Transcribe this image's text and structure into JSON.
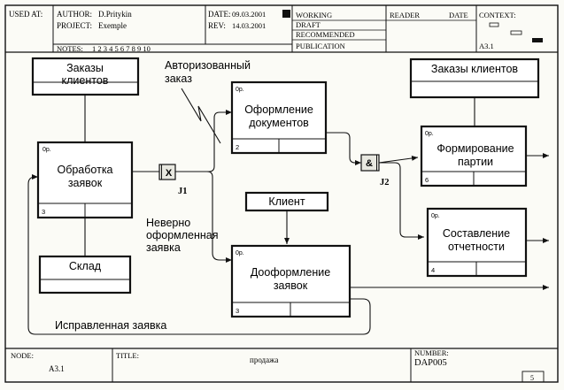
{
  "header": {
    "used_at": "USED AT:",
    "author_label": "AUTHOR:",
    "author": "D.Pritykin",
    "project_label": "PROJECT:",
    "project": "Exemple",
    "notes_label": "NOTES:",
    "notes": "1 2 3 4 5 6 7 8 9 10",
    "date_label": "DATE:",
    "date": "09.03.2001",
    "rev_label": "REV:",
    "rev": "14.03.2001",
    "working": "WORKING",
    "draft": "DRAFT",
    "recommended": "RECOMMENDED",
    "publication": "PUBLICATION",
    "reader": "READER",
    "date2": "DATE",
    "context": "CONTEXT:",
    "context_node": "A3.1"
  },
  "boxes": {
    "zakazy1": "Заказы клиентов",
    "obrabotka": "Обработка заявок",
    "obrabotka_num": "3",
    "sklad": "Склад",
    "oformlenie": "Оформление документов",
    "oformlenie_num": "2",
    "klient": "Клиент",
    "dooformlenie": "Дооформление заявок",
    "dooformlenie_num": "3",
    "zakazy2": "Заказы клиентов",
    "formirovanie": "Формирование партии",
    "formirovanie_num": "6",
    "sostavlenie": "Составление отчетности",
    "sostavlenie_num": "4",
    "corner_tag": "0р."
  },
  "junctions": {
    "j1_symbol": "X",
    "j1_label": "J1",
    "j2_symbol": "&",
    "j2_label": "J2"
  },
  "labels": {
    "avtor": "Авторизованный заказ",
    "neverno": "Неверно оформленная заявка",
    "ispravlennaya": "Исправленная заявка"
  },
  "footer": {
    "node_label": "NODE:",
    "node": "A3.1",
    "title_label": "TITLE:",
    "title": "продажа",
    "number_label": "NUMBER:",
    "number": "DAP005",
    "page": "5"
  }
}
